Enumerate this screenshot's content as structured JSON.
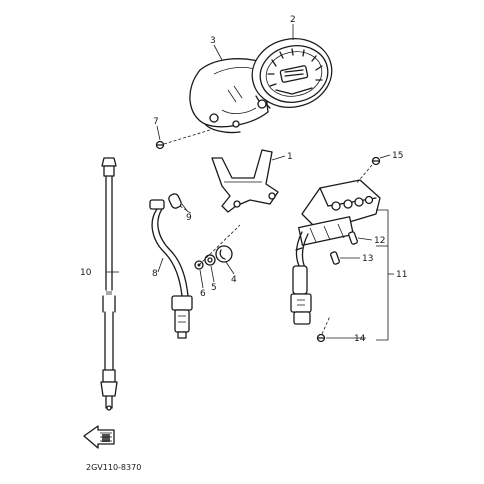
{
  "callouts": {
    "n1": "1",
    "n2": "2",
    "n3": "3",
    "n4": "4",
    "n5": "5",
    "n6": "6",
    "n7": "7",
    "n8": "8",
    "n9": "9",
    "n10": "10",
    "n11": "11",
    "n12": "12",
    "n13": "13",
    "n14": "14",
    "n15": "15"
  },
  "diagram_code": "2GV110-8370",
  "icons": {
    "front_arrow": "front-arrow-icon"
  }
}
